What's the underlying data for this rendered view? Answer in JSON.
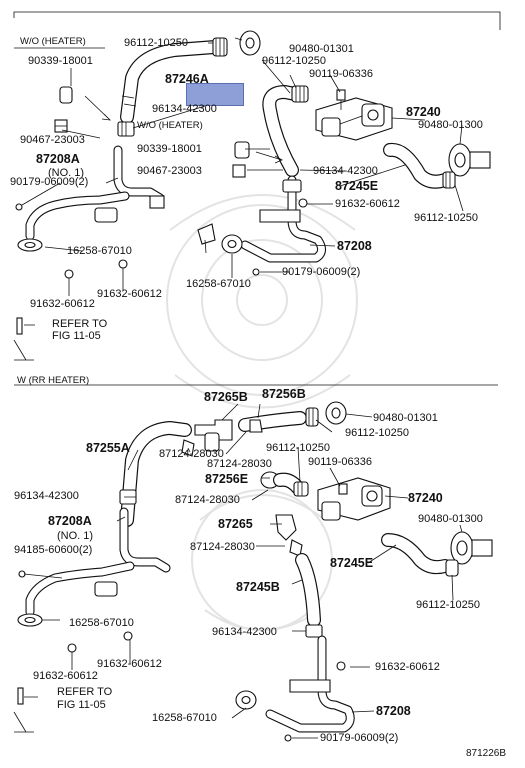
{
  "section_labels": {
    "wo_heater_1": "W/O (HEATER)",
    "wo_heater_2": "W/O (HEATER)",
    "w_rr_heater": "W (RR HEATER)"
  },
  "parts_top": {
    "p90339_1": "90339-18001",
    "p96112_1": "96112-10250",
    "p90480_1": "90480-01301",
    "p96112_2": "96112-10250",
    "p87246A": "87246A",
    "p90119_1": "90119-06336",
    "p96134_1": "96134-42300",
    "p90467_1": "90467-23003",
    "p87240_1": "87240",
    "p90480_2": "90480-01300",
    "p87208A_1": "87208A",
    "p_no1_1": "(NO. 1)",
    "p90179_1": "90179-06009(2)",
    "p90339_2": "90339-18001",
    "p90467_2": "90467-23003",
    "p96134_2": "96134-42300",
    "p87245E_1": "87245E",
    "p91632_1": "91632-60612",
    "p96112_3": "96112-10250",
    "p87208_1": "87208",
    "p16258_1": "16258-67010",
    "p16258_2": "16258-67010",
    "p90179_2": "90179-06009(2)",
    "p91632_2": "91632-60612",
    "p91632_3": "91632-60612",
    "refer_1": "REFER TO",
    "fig_1": "FIG 11-05"
  },
  "parts_bottom": {
    "p87265B": "87265B",
    "p87256B": "87256B",
    "p90480_3": "90480-01301",
    "p96112_4": "96112-10250",
    "p87255A": "87255A",
    "p87124_1": "87124-28030",
    "p87124_2": "87124-28030",
    "p96112_5": "96112-10250",
    "p90119_2": "90119-06336",
    "p96134_3": "96134-42300",
    "p87256E": "87256E",
    "p87124_3": "87124-28030",
    "p87240_2": "87240",
    "p87208A_2": "87208A",
    "p87265": "87265",
    "p90480_4": "90480-01300",
    "p_no1_2": "(NO. 1)",
    "p87124_4": "87124-28030",
    "p94185": "94185-60600(2)",
    "p87245E_2": "87245E",
    "p87245B": "87245B",
    "p96112_6": "96112-10250",
    "p16258_3": "16258-67010",
    "p96134_4": "96134-42300",
    "p91632_4": "91632-60612",
    "p91632_5": "91632-60612",
    "p91632_6": "91632-60612",
    "refer_2": "REFER TO",
    "fig_2": "FIG 11-05",
    "p87208_2": "87208",
    "p16258_4": "16258-67010",
    "p90179_3": "90179-06009(2)"
  },
  "footer": {
    "diagram_id": "871226B"
  },
  "colors": {
    "highlight": "#8d9fd6",
    "line": "#111111"
  }
}
